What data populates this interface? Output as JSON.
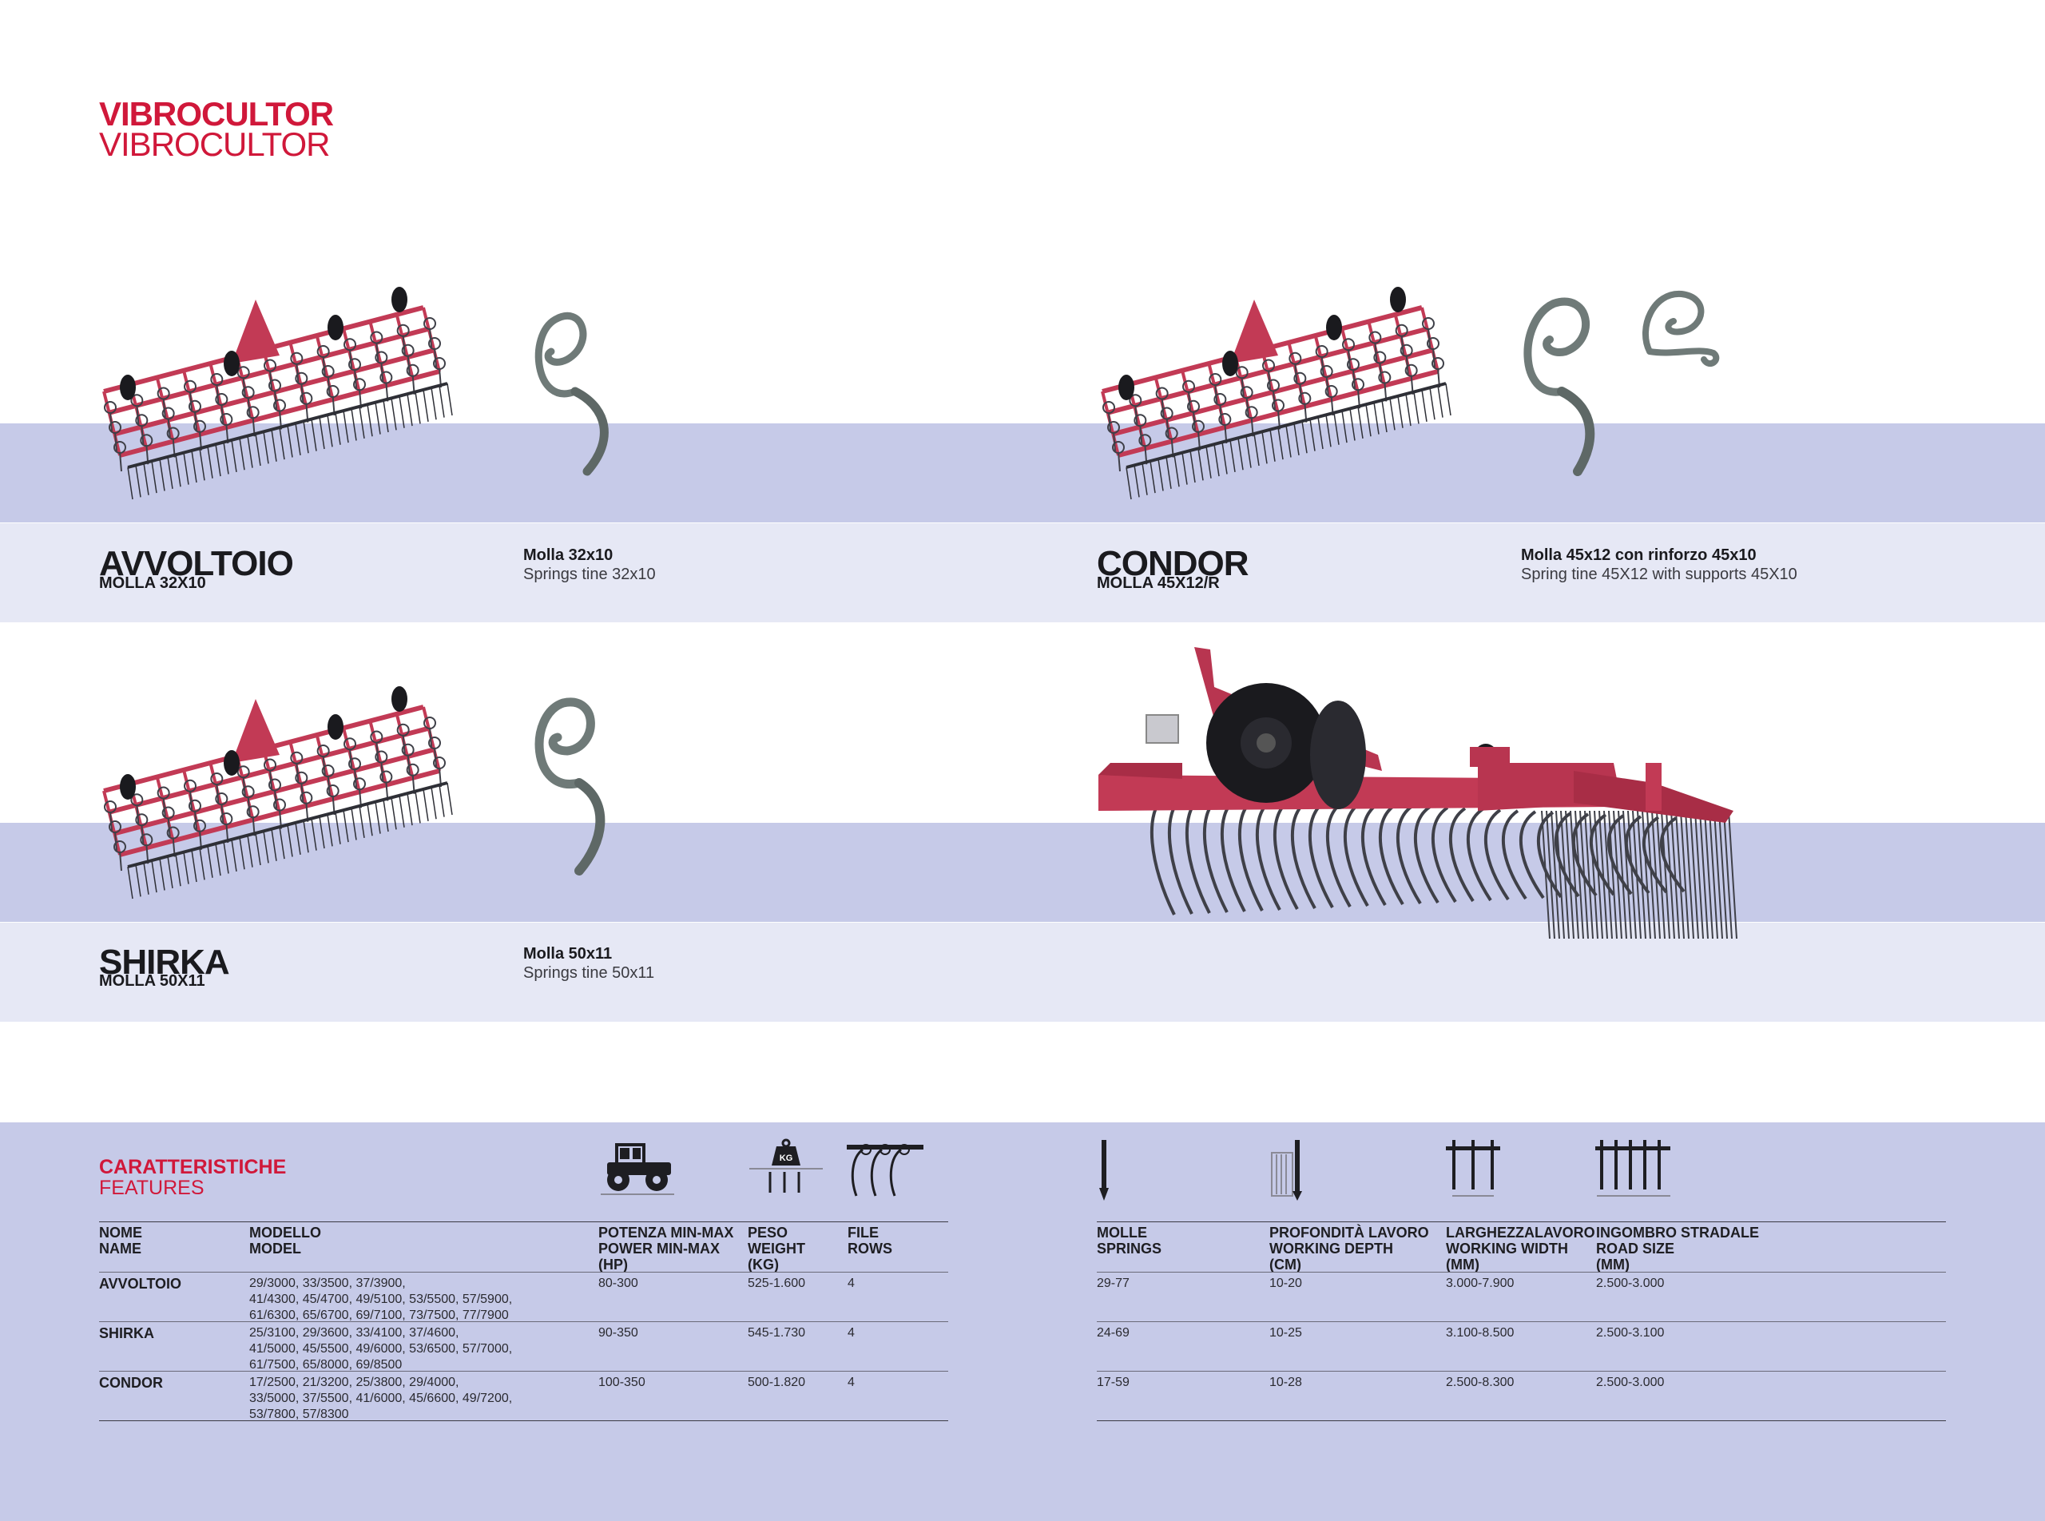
{
  "header": {
    "title_it": "VIBROCULTOR",
    "title_en": "VIBROCULTOR"
  },
  "products": [
    {
      "name": "AVVOLTOIO",
      "spring_code": "MOLLA 32X10",
      "spring_it": "Molla 32x10",
      "spring_en": "Springs tine 32x10"
    },
    {
      "name": "CONDOR",
      "spring_code": "MOLLA 45X12/R",
      "spring_it": "Molla 45x12 con rinforzo 45x10",
      "spring_en": "Spring tine 45X12 with supports 45X10"
    },
    {
      "name": "SHIRKA",
      "spring_code": "MOLLA 50X11",
      "spring_it": "Molla 50x11",
      "spring_en": "Springs tine 50x11"
    }
  ],
  "features": {
    "title_it": "CARATTERISTICHE",
    "title_en": "FEATURES",
    "icons": [
      "tractor-icon",
      "weight-kg-icon",
      "rows-icon",
      "spring-icon",
      "depth-icon",
      "working-width-icon",
      "road-size-icon"
    ],
    "columns": [
      {
        "it": "NOME",
        "en": "NAME",
        "unit": ""
      },
      {
        "it": "MODELLO",
        "en": "MODEL",
        "unit": ""
      },
      {
        "it": "POTENZA MIN-MAX",
        "en": "POWER MIN-MAX",
        "unit": "(HP)"
      },
      {
        "it": "PESO",
        "en": "WEIGHT",
        "unit": "(KG)"
      },
      {
        "it": "FILE",
        "en": "ROWS",
        "unit": ""
      },
      {
        "it": "MOLLE",
        "en": "SPRINGS",
        "unit": ""
      },
      {
        "it": "PROFONDITÀ LAVORO",
        "en": "WORKING DEPTH",
        "unit": "(CM)"
      },
      {
        "it": "LARGHEZZALAVORO",
        "en": "WORKING WIDTH",
        "unit": "(MM)"
      },
      {
        "it": "INGOMBRO STRADALE",
        "en": "ROAD SIZE",
        "unit": "(MM)"
      }
    ],
    "rows": [
      {
        "name": "AVVOLTOIO",
        "model": [
          "29/3000, 33/3500, 37/3900,",
          "41/4300, 45/4700, 49/5100, 53/5500, 57/5900,",
          "61/6300, 65/6700, 69/7100, 73/7500, 77/7900"
        ],
        "power": "80-300",
        "weight": "525-1.600",
        "rows": "4",
        "springs": "29-77",
        "depth": "10-20",
        "width": "3.000-7.900",
        "road": "2.500-3.000"
      },
      {
        "name": "SHIRKA",
        "model": [
          "25/3100, 29/3600, 33/4100, 37/4600,",
          "41/5000, 45/5500, 49/6000, 53/6500, 57/7000,",
          "61/7500, 65/8000, 69/8500"
        ],
        "power": "90-350",
        "weight": "545-1.730",
        "rows": "4",
        "springs": "24-69",
        "depth": "10-25",
        "width": "3.100-8.500",
        "road": "2.500-3.100"
      },
      {
        "name": "CONDOR",
        "model": [
          "17/2500, 21/3200, 25/3800, 29/4000,",
          "33/5000, 37/5500, 41/6000, 45/6600, 49/7200,",
          "53/7800, 57/8300"
        ],
        "power": "100-350",
        "weight": "500-1.820",
        "rows": "4",
        "springs": "17-59",
        "depth": "10-28",
        "width": "2.500-8.300",
        "road": "2.500-3.000"
      }
    ]
  },
  "colors": {
    "accent": "#d0183a",
    "band_dark": "#c6cae8",
    "band_light": "#e6e8f5",
    "machine_red": "#c23a55",
    "spring_steel": "#6f7a78"
  }
}
